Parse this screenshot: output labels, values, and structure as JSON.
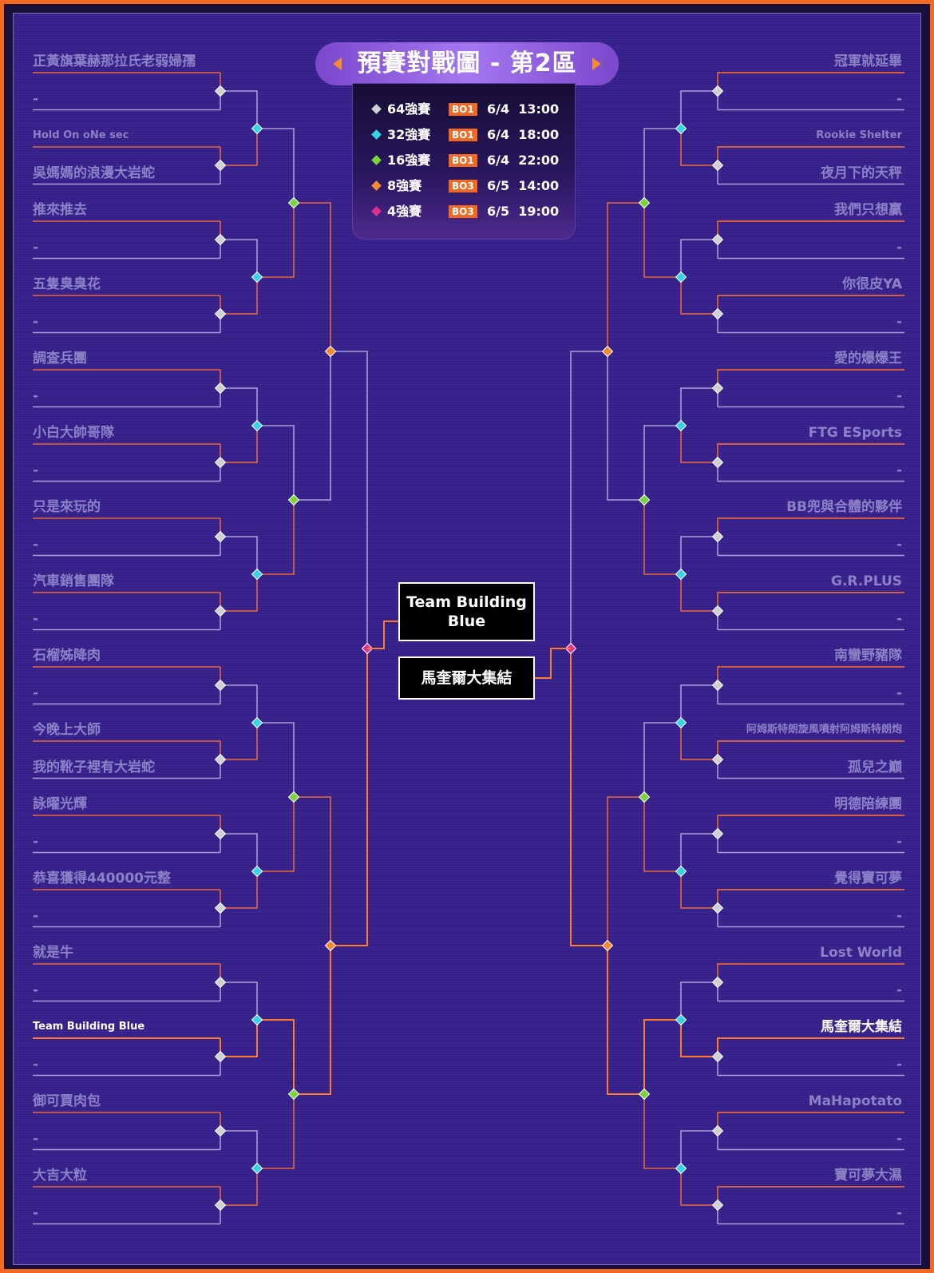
{
  "title": "預賽對戰圖 - 第2區",
  "schedule": [
    {
      "round": "64強賽",
      "format": "BO1",
      "date": "6/4",
      "time": "13:00",
      "color": "#cfcfd6"
    },
    {
      "round": "32強賽",
      "format": "BO1",
      "date": "6/4",
      "time": "18:00",
      "color": "#35d3e6"
    },
    {
      "round": "16強賽",
      "format": "BO1",
      "date": "6/4",
      "time": "22:00",
      "color": "#7ad43a"
    },
    {
      "round": "8強賽",
      "format": "BO3",
      "date": "6/5",
      "time": "14:00",
      "color": "#f58b2e"
    },
    {
      "round": "4強賽",
      "format": "BO3",
      "date": "6/5",
      "time": "19:00",
      "color": "#e0328c"
    }
  ],
  "left_teams": [
    "正黃旗葉赫那拉氏老弱婦孺",
    "-",
    "Hold On oNe sec",
    "吳媽媽的浪漫大岩蛇",
    "推來推去",
    "-",
    "五隻臭臭花",
    "-",
    "調查兵團",
    "-",
    "小白大帥哥隊",
    "-",
    "只是來玩的",
    "-",
    "汽車銷售團隊",
    "-",
    "石榴姊降肉",
    "-",
    "今晚上大師",
    "我的靴子裡有大岩蛇",
    "詠曜光輝",
    "-",
    "恭喜獲得440000元整",
    "-",
    "就是牛",
    "-",
    "Team Building Blue",
    "-",
    "御可買肉包",
    "-",
    "大吉大粒",
    "-"
  ],
  "right_teams": [
    "冠軍就延畢",
    "-",
    "Rookie Shelter",
    "夜月下的天秤",
    "我們只想贏",
    "-",
    "你很皮YA",
    "-",
    "愛的爆爆王",
    "-",
    "FTG ESports",
    "-",
    "BB兜與合體的夥伴",
    "-",
    "G.R.PLUS",
    "-",
    "南蠻野豬隊",
    "-",
    "阿姆斯特朗旋風噴射阿姆斯特朗炮",
    "孤兒之巔",
    "明德陪練團",
    "-",
    "覺得寶可夢",
    "-",
    "Lost World",
    "-",
    "馬奎爾大集結",
    "-",
    "MaHapotato",
    "-",
    "寶可夢大濕",
    "-"
  ],
  "finalists": [
    "Team Building Blue",
    "馬奎爾大集結"
  ],
  "colors": {
    "frame": "#f26a21",
    "line_neutral": "#a79ed8",
    "line_orange": "#e8673a",
    "line_highlight": "#ff7a2a",
    "r64": "#cfcfd6",
    "r32": "#35d3e6",
    "r16": "#7ad43a",
    "r8": "#f58b2e",
    "r4": "#e0328c"
  }
}
